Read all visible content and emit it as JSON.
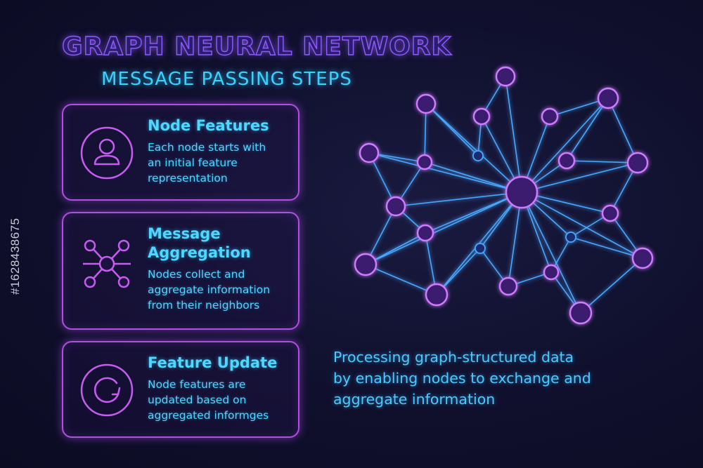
{
  "header": {
    "title": "GRAPH NEURAL NETWORK",
    "subtitle": "MESSAGE PASSING STEPS"
  },
  "cards": [
    {
      "icon": "user-icon",
      "title": "Node Features",
      "desc": [
        "Each node starts with",
        "an initial feature",
        "representation"
      ]
    },
    {
      "icon": "network-hub-icon",
      "title": "Message Aggregation",
      "title_lines": [
        "Message",
        "Aggregation"
      ],
      "desc": [
        "Nodes collect and",
        "aggregate information",
        "from their neighbors"
      ]
    },
    {
      "icon": "refresh-icon",
      "title": "Feature Update",
      "desc": [
        "Node features are",
        "updated based on",
        "aggregated informges"
      ]
    }
  ],
  "caption": {
    "lines": [
      "Processing graph-structured data",
      "by enabling nodes to exchange and",
      "aggregate information"
    ]
  },
  "watermark": {
    "id": "#1628438675"
  },
  "colors": {
    "accent_cyan": "#38d2ff",
    "accent_purple": "#b04fe0",
    "node_fill": "#3a1a6e",
    "node_stroke": "#d07cff",
    "edge": "#4aa8ff",
    "background": "#111130"
  }
}
